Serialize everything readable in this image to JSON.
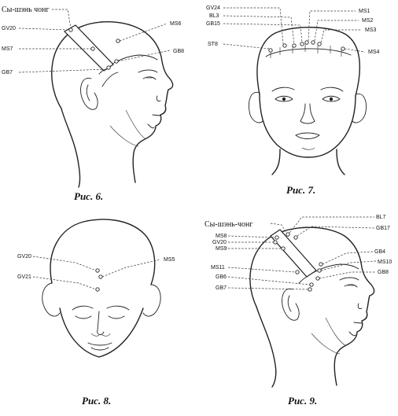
{
  "figures": [
    {
      "caption": "Рис. 6.",
      "labels": {
        "strip": "Сы-шэнь чонг",
        "gv20": "GV20",
        "ms7": "MS7",
        "gb7": "GB7",
        "ms6": "MS6",
        "gb8": "GB8"
      }
    },
    {
      "caption": "Рис. 7.",
      "labels": {
        "gv24": "GV24",
        "bl3": "BL3",
        "gb15": "GB15",
        "st8": "ST8",
        "ms1": "MS1",
        "ms2": "MS2",
        "ms3": "MS3",
        "ms4": "MS4"
      }
    },
    {
      "caption": "Рис. 8.",
      "labels": {
        "gv20": "GV20",
        "gv21": "GV21",
        "ms5": "MS5"
      }
    },
    {
      "caption": "Рис. 9.",
      "labels": {
        "strip": "Сы-шэнь-чонг",
        "bl7": "BL7",
        "gb17": "GB17",
        "ms8": "MS8",
        "gv20": "GV20",
        "ms9": "MS9",
        "gb4": "GB4",
        "ms10": "MS10",
        "gb8": "GB8",
        "ms11": "MS11",
        "gb6": "GB6",
        "gb7": "GB7"
      }
    }
  ]
}
